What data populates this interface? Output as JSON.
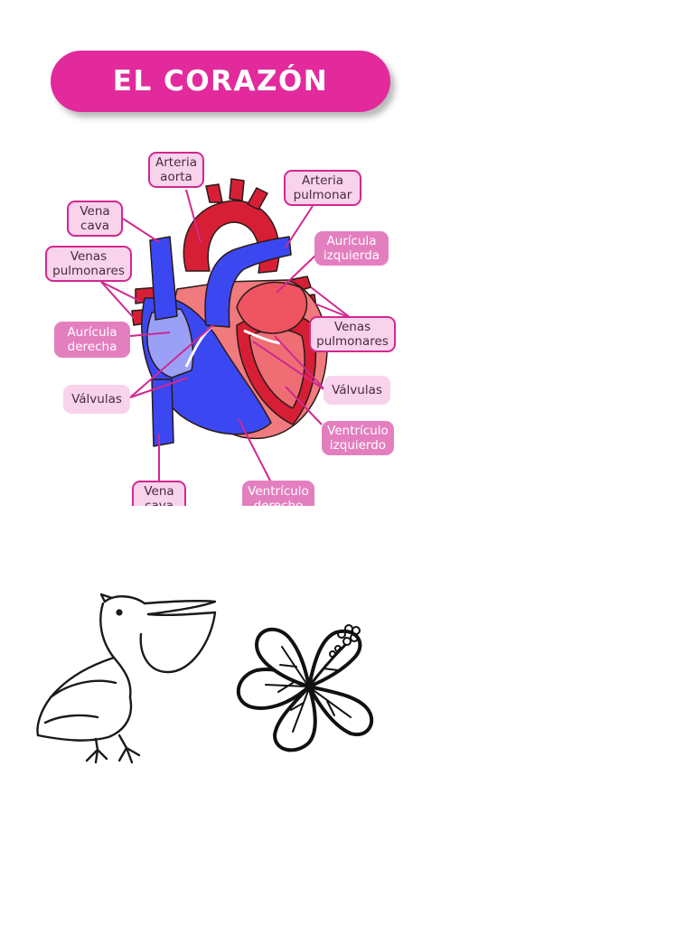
{
  "title": "EL CORAZÓN",
  "colors": {
    "banner": "#e22a9c",
    "label_fill": "#f9d2ec",
    "label_border": "#d1288f",
    "label_dark_fill": "#e47fbf",
    "vein_blue": "#3b48f2",
    "artery_red": "#d61f35",
    "heart_pink": "#f07a7d",
    "leader_line": "#d1288f"
  },
  "labels": {
    "arteria_aorta": {
      "line1": "Arteria",
      "line2": "aorta"
    },
    "arteria_pulmonar": {
      "line1": "Arteria",
      "line2": "pulmonar"
    },
    "vena_cava_superior": {
      "line1": "Vena",
      "line2": "cava"
    },
    "auricula_izquierda": {
      "line1": "Aurícula",
      "line2": "izquierda"
    },
    "venas_pulmonares_izq": {
      "line1": "Venas",
      "line2": "pulmonares"
    },
    "venas_pulmonares_der": {
      "line1": "Venas",
      "line2": "pulmonares"
    },
    "auricula_derecha": {
      "line1": "Aurícula",
      "line2": "derecha"
    },
    "valvulas_izq": {
      "line1": "Válvulas"
    },
    "valvulas_der": {
      "line1": "Válvulas"
    },
    "ventriculo_izquierdo": {
      "line1": "Ventrículo",
      "line2": "izquierdo"
    },
    "vena_cava_inferior": {
      "line1": "Vena",
      "line2": "cava"
    },
    "ventriculo_derecho": {
      "line1": "Ventrículo",
      "line2": "derecho"
    }
  },
  "icons": [
    "pelican-drawing",
    "hibiscus-flower-drawing"
  ]
}
